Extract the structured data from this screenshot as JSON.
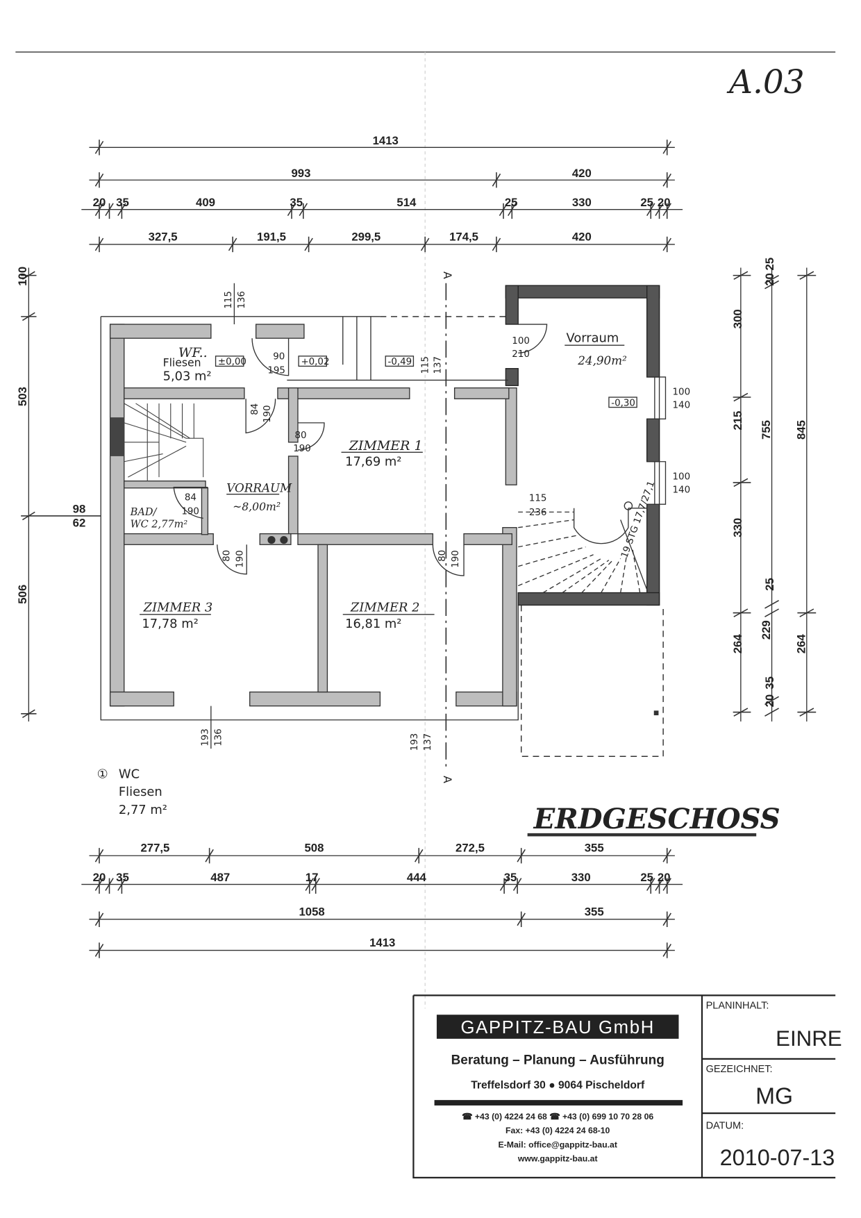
{
  "sheet_number": "A.03",
  "title": "ERDGESCHOSS",
  "section_marker": "A",
  "dims_top": {
    "row1": [
      "1413"
    ],
    "row2": [
      "993",
      "420"
    ],
    "row3": [
      "20",
      "35",
      "409",
      "35",
      "514",
      "25",
      "330",
      "25",
      "20"
    ],
    "row4": [
      "327,5",
      "191,5",
      "299,5",
      "174,5",
      "420"
    ]
  },
  "dims_bottom": {
    "row1": [
      "277,5",
      "508",
      "272,5",
      "355"
    ],
    "row2": [
      "20",
      "35",
      "487",
      "17",
      "444",
      "35",
      "330",
      "25",
      "20"
    ],
    "row3": [
      "1058",
      "355"
    ],
    "row4": [
      "1413"
    ]
  },
  "dims_left": [
    "100",
    "503",
    "506",
    "98",
    "62"
  ],
  "dims_right": {
    "inner": [
      "300",
      "215",
      "330",
      "264"
    ],
    "middle": [
      "25",
      "20",
      "755",
      "25",
      "229",
      "35",
      "20"
    ],
    "outer": [
      "845",
      "264"
    ]
  },
  "openings": {
    "win_top_wf": [
      "115",
      "136"
    ],
    "win_top_z1": [
      "115",
      "137"
    ],
    "door_wf": [
      "90",
      "195"
    ],
    "door_stair": [
      "84",
      "190"
    ],
    "door_z1": [
      "80",
      "190"
    ],
    "door_bad": [
      "84",
      "190"
    ],
    "door_z3": [
      "80",
      "190"
    ],
    "door_z2": [
      "80",
      "190"
    ],
    "door_entry": [
      "100",
      "210"
    ],
    "door_stair_right": [
      "115",
      "236"
    ],
    "win_right_1": [
      "100",
      "140"
    ],
    "win_right_2": [
      "100",
      "140"
    ],
    "win_bottom_z3": [
      "193",
      "136"
    ],
    "win_bottom_z2": [
      "193",
      "137"
    ]
  },
  "levels": [
    "±0,00",
    "+0,02",
    "-0,49",
    "-0,30"
  ],
  "rooms": {
    "wf": {
      "name": "WF..",
      "floor": "Fliesen",
      "area": "5,03 m²"
    },
    "zimmer1": {
      "name": "ZIMMER 1",
      "area": "17,69 m²"
    },
    "vorraum_small": {
      "name": "VORRAUM",
      "area": "~8,00m²"
    },
    "bad": {
      "name": "BAD/",
      "area": "WC 2,77m²"
    },
    "zimmer3": {
      "name": "ZIMMER 3",
      "area": "17,78 m²"
    },
    "zimmer2": {
      "name": "ZIMMER 2",
      "area": "16,81 m²"
    },
    "vorraum": {
      "name": "Vorraum",
      "area": "24,90m²"
    },
    "stairs": "19 STG 17,7/27,1"
  },
  "legend": {
    "marker": "①",
    "name": "WC",
    "floor": "Fliesen",
    "area": "2,77 m²"
  },
  "title_block": {
    "company": "GAPPITZ-BAU GmbH",
    "services": "Beratung – Planung – Ausführung",
    "address": "Treffelsdorf 30 ● 9064 Pischeldorf",
    "phone": "☎ +43 (0) 4224 24 68 ☎ +43 (0) 699 10 70 28 06",
    "fax": "Fax: +43 (0) 4224 24 68-10",
    "email": "E-Mail: office@gappitz-bau.at",
    "web": "www.gappitz-bau.at",
    "planinhalt_label": "PLANINHALT:",
    "planinhalt_value": "EINRE",
    "gezeichnet_label": "GEZEICHNET:",
    "gezeichnet_value": "MG",
    "datum_label": "DATUM:",
    "datum_value": "2010-07-13"
  }
}
